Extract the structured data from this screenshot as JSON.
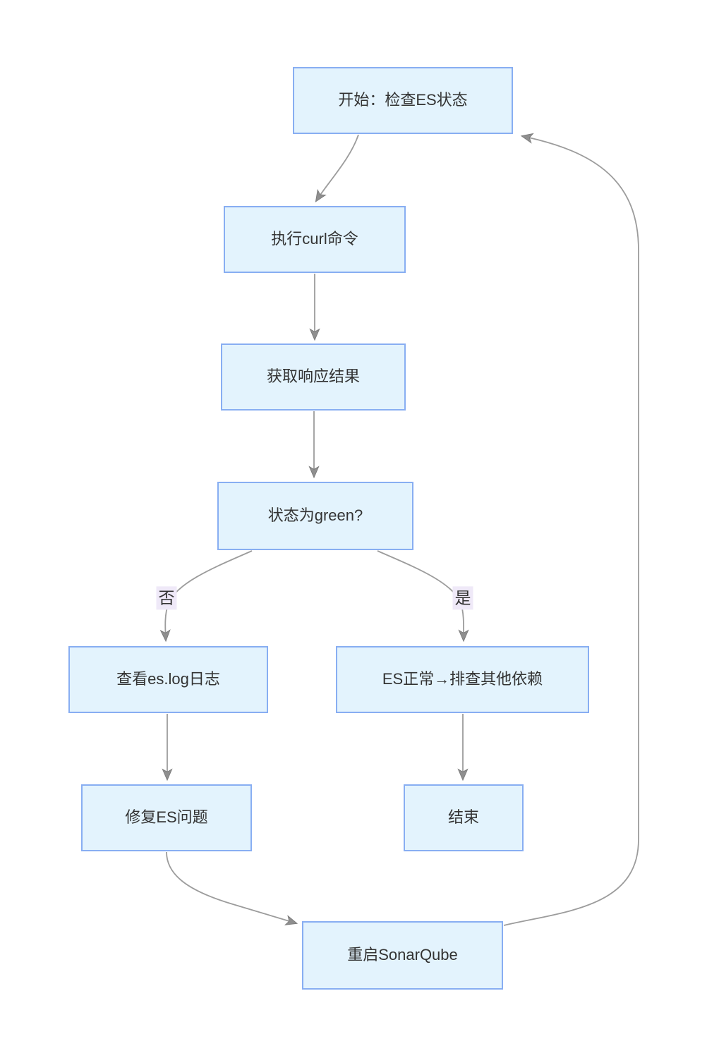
{
  "diagram": {
    "type": "flowchart",
    "nodes": {
      "start": {
        "label": "开始：检查ES状态"
      },
      "curl": {
        "label": "执行curl命令"
      },
      "response": {
        "label": "获取响应结果"
      },
      "green": {
        "label": "状态为green?"
      },
      "eslog": {
        "label": "查看es.log日志"
      },
      "normal": {
        "label": "ES正常→排查其他依赖"
      },
      "fix": {
        "label": "修复ES问题"
      },
      "end": {
        "label": "结束"
      },
      "restart": {
        "label": "重启SonarQube"
      }
    },
    "edge_labels": {
      "no": "否",
      "yes": "是"
    },
    "edges": [
      {
        "from": "start",
        "to": "curl",
        "label": ""
      },
      {
        "from": "curl",
        "to": "response",
        "label": ""
      },
      {
        "from": "response",
        "to": "green",
        "label": ""
      },
      {
        "from": "green",
        "to": "eslog",
        "label": "否"
      },
      {
        "from": "green",
        "to": "normal",
        "label": "是"
      },
      {
        "from": "eslog",
        "to": "fix",
        "label": ""
      },
      {
        "from": "normal",
        "to": "end",
        "label": ""
      },
      {
        "from": "fix",
        "to": "restart",
        "label": ""
      },
      {
        "from": "restart",
        "to": "start",
        "label": ""
      }
    ],
    "colors": {
      "node_fill": "#e3f3fd",
      "node_border": "#88aef2",
      "edge": "#9c9c9c",
      "arrowhead": "#8f8f8f",
      "edge_label_bg": "#efe9f8",
      "text": "#333333",
      "background": "#ffffff"
    }
  }
}
